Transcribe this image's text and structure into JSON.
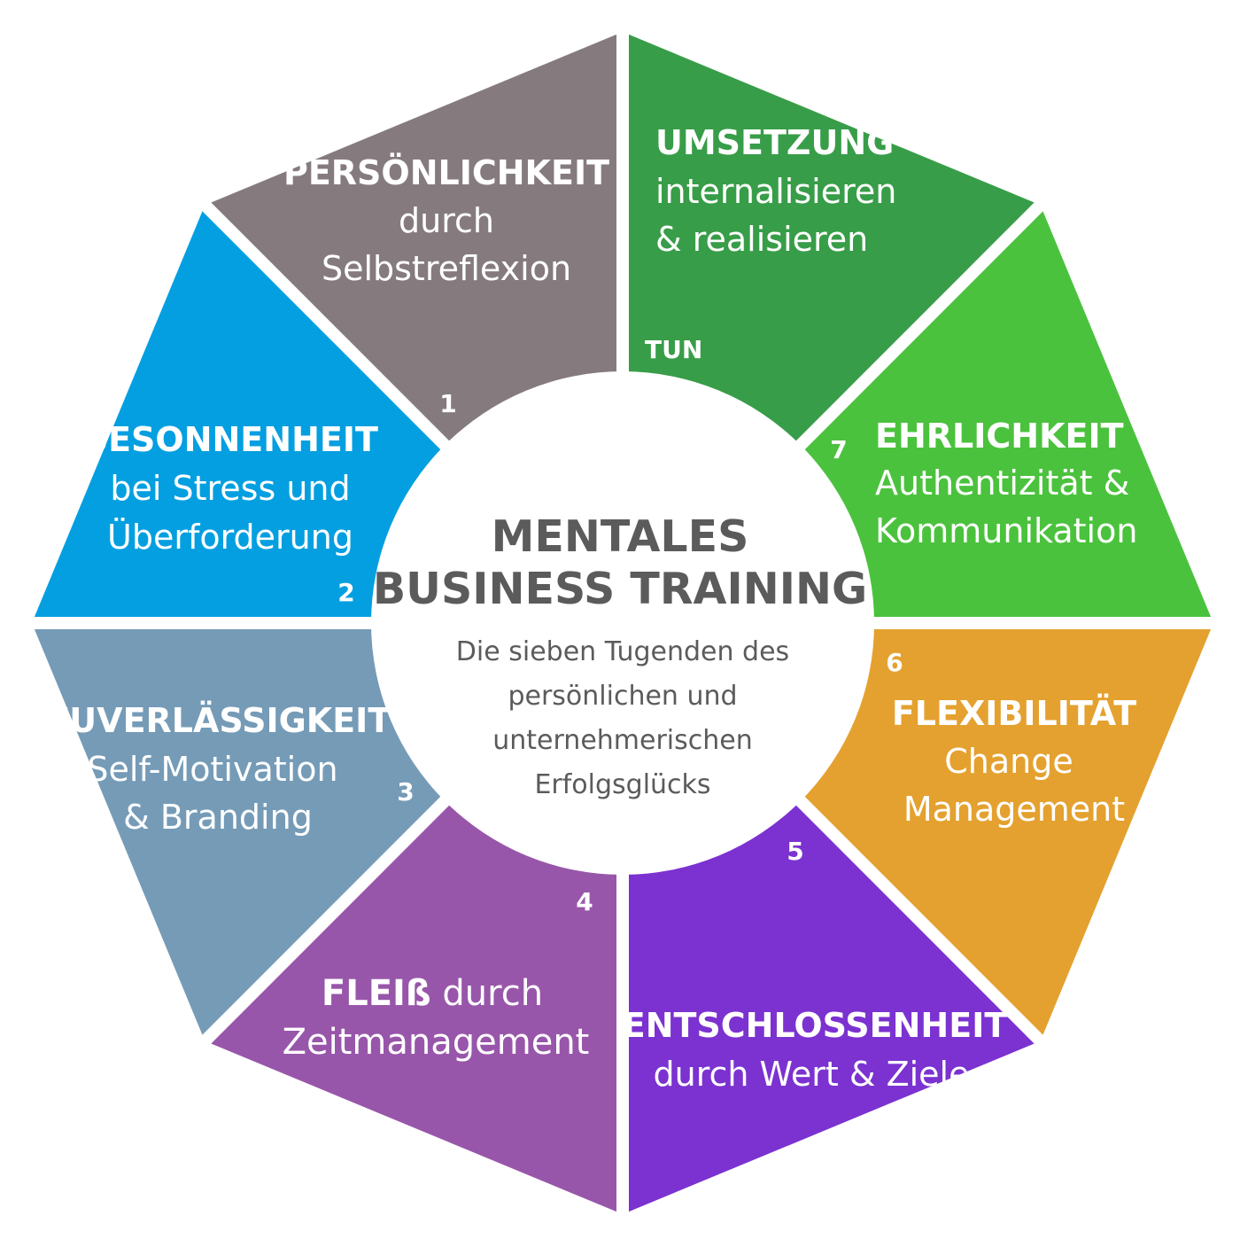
{
  "center": {
    "title_line1": "MENTALES",
    "title_line2": "BUSINESS TRAINING",
    "subtitle_lines": [
      "Die sieben Tugenden des",
      "persönlichen und",
      "unternehmerischen",
      "Erfolgsglücks"
    ]
  },
  "segments": [
    {
      "id": "umsetzung",
      "color": "#389d48",
      "title": "UMSETZUNG",
      "lines": [
        "internalisieren",
        "& realisieren"
      ],
      "tag": "TUN"
    },
    {
      "id": "ehrlichkeit",
      "color": "#4bc23d",
      "title": "EHRLICHKEIT",
      "lines": [
        "Authentizität &",
        "Kommunikation"
      ],
      "number": "7"
    },
    {
      "id": "flexibilitaet",
      "color": "#e4a12f",
      "title": "FLEXIBILITÄT",
      "lines": [
        "Change",
        "Management"
      ],
      "number": "6"
    },
    {
      "id": "entschlossenheit",
      "color": "#7b32d0",
      "title": "ENTSCHLOSSENHEIT",
      "lines": [
        "durch Wert & Ziele"
      ],
      "number": "5"
    },
    {
      "id": "fleiss",
      "color": "#9856aa",
      "title": "FLEIß",
      "title_suffix": " durch",
      "lines": [
        "Zeitmanagement"
      ],
      "number": "4"
    },
    {
      "id": "zuverlaessigkeit",
      "color": "#759bb7",
      "title": "ZUVERLÄSSIGKEIT",
      "lines": [
        "Self-Motivation",
        "& Branding"
      ],
      "number": "3"
    },
    {
      "id": "besonnenheit",
      "color": "#049fe0",
      "title": "BESONNENHEIT",
      "lines": [
        "bei Stress und",
        "Überforderung"
      ],
      "number": "2"
    },
    {
      "id": "persoenlichkeit",
      "color": "#857b7e",
      "title": "PERSÖNLICHKEIT",
      "lines": [
        "durch",
        "Selbstreflexion"
      ],
      "number": "1"
    }
  ]
}
